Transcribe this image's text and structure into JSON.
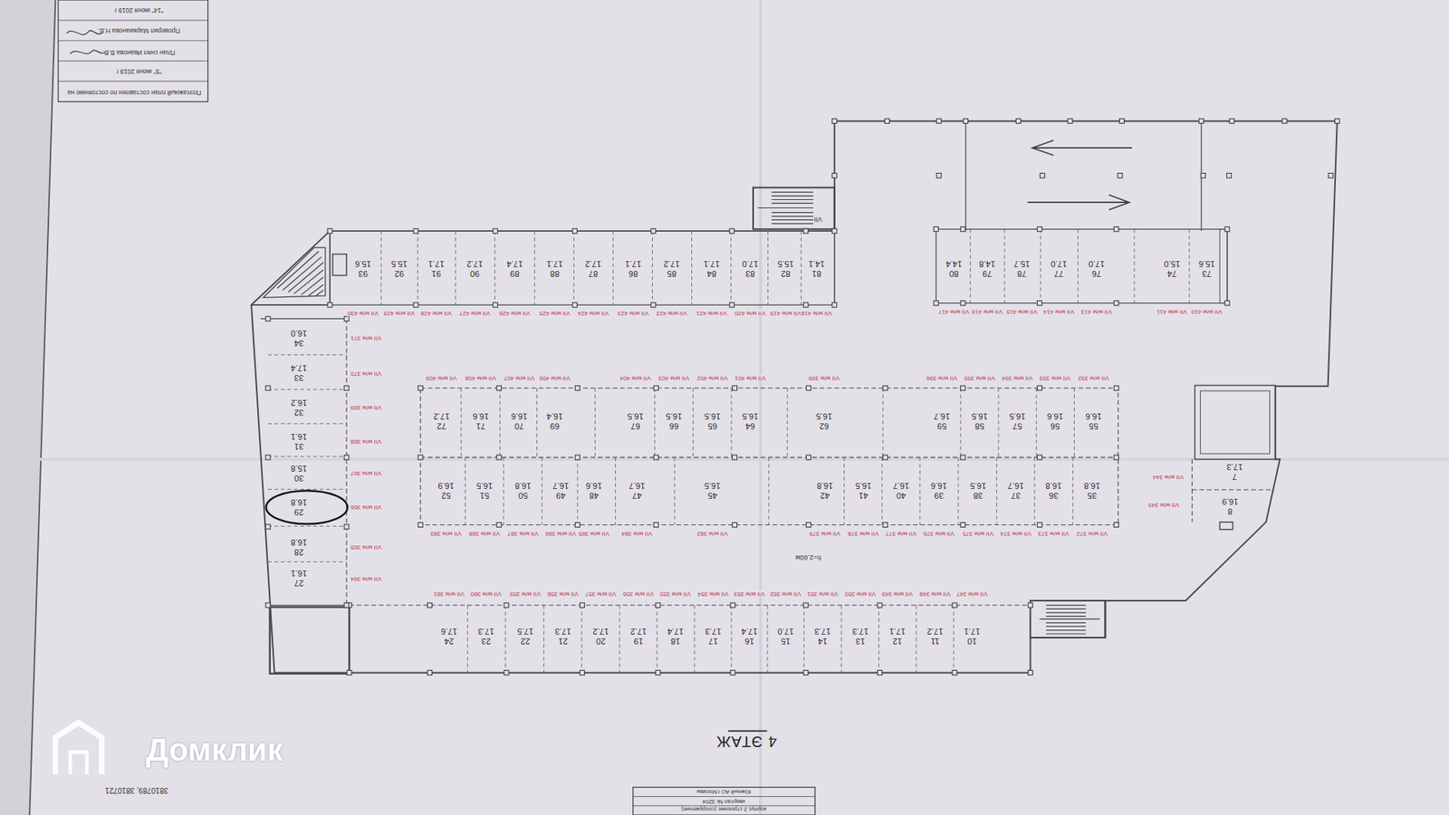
{
  "diagram": {
    "title": "4 ЭТАЖ",
    "nodes": [
      {
        "text": [
          "93",
          "15.6"
        ]
      },
      {
        "text": [
          "92",
          "15.5"
        ]
      },
      {
        "text": [
          "91",
          "17.1"
        ]
      },
      {
        "text": [
          "90",
          "17.2"
        ]
      },
      {
        "text": [
          "89",
          "17.4"
        ]
      },
      {
        "text": [
          "88",
          "17.1"
        ]
      },
      {
        "text": [
          "87",
          "17.2"
        ]
      },
      {
        "text": [
          "86",
          "17.1"
        ]
      },
      {
        "text": [
          "85",
          "17.2"
        ]
      },
      {
        "text": [
          "84",
          "17.1"
        ]
      },
      {
        "text": [
          "83",
          "17.0"
        ]
      },
      {
        "text": [
          "82",
          "15.5"
        ]
      },
      {
        "text": [
          "81",
          "14.1"
        ]
      },
      {
        "text": [
          "80",
          "14.4"
        ]
      },
      {
        "text": [
          "79",
          "14.8"
        ]
      },
      {
        "text": [
          "78",
          "15.7"
        ]
      },
      {
        "text": [
          "77",
          "17.0"
        ]
      },
      {
        "text": [
          "76",
          "17.0"
        ]
      },
      {
        "text": [
          "74",
          "15.0"
        ]
      },
      {
        "text": [
          "73",
          "15.6"
        ]
      },
      {
        "text": [
          "34",
          "16.0"
        ]
      },
      {
        "text": [
          "33",
          "17.4"
        ]
      },
      {
        "text": [
          "32",
          "16.2"
        ]
      },
      {
        "text": [
          "31",
          "16.1"
        ]
      },
      {
        "text": [
          "30",
          "15.8"
        ]
      },
      {
        "text": [
          "29",
          "16.8"
        ]
      },
      {
        "text": [
          "28",
          "16.8"
        ]
      },
      {
        "text": [
          "27",
          "16.1"
        ]
      },
      {
        "text": [
          "72",
          "17.2"
        ]
      },
      {
        "text": [
          "71",
          "16.6"
        ]
      },
      {
        "text": [
          "70",
          "16.6"
        ]
      },
      {
        "text": [
          "69",
          "16.4"
        ]
      },
      {
        "text": [
          "67",
          "16.5"
        ]
      },
      {
        "text": [
          "66",
          "16.5"
        ]
      },
      {
        "text": [
          "65",
          "16.5"
        ]
      },
      {
        "text": [
          "64",
          "16.5"
        ]
      },
      {
        "text": [
          "62",
          "16.5"
        ]
      },
      {
        "text": [
          "59",
          "16.7"
        ]
      },
      {
        "text": [
          "58",
          "16.5"
        ]
      },
      {
        "text": [
          "57",
          "16.5"
        ]
      },
      {
        "text": [
          "56",
          "16.6"
        ]
      },
      {
        "text": [
          "55",
          "16.6"
        ]
      },
      {
        "text": [
          "52",
          "16.9"
        ]
      },
      {
        "text": [
          "51",
          "16.5"
        ]
      },
      {
        "text": [
          "50",
          "16.8"
        ]
      },
      {
        "text": [
          "49",
          "16.7"
        ]
      },
      {
        "text": [
          "48",
          "16.6"
        ]
      },
      {
        "text": [
          "47",
          "16.7"
        ]
      },
      {
        "text": [
          "45",
          "16.5"
        ]
      },
      {
        "text": [
          "42",
          "16.8"
        ]
      },
      {
        "text": [
          "41",
          "16.5"
        ]
      },
      {
        "text": [
          "40",
          "16.7"
        ]
      },
      {
        "text": [
          "39",
          "16.6"
        ]
      },
      {
        "text": [
          "38",
          "16.5"
        ]
      },
      {
        "text": [
          "37",
          "16.7"
        ]
      },
      {
        "text": [
          "36",
          "16.8"
        ]
      },
      {
        "text": [
          "35",
          "16.8"
        ]
      },
      {
        "text": [
          "7",
          "17.3"
        ]
      },
      {
        "text": [
          "8",
          "16.9"
        ]
      },
      {
        "text": [
          "24",
          "17.6"
        ]
      },
      {
        "text": [
          "23",
          "17.3"
        ]
      },
      {
        "text": [
          "22",
          "17.5"
        ]
      },
      {
        "text": [
          "21",
          "17.3"
        ]
      },
      {
        "text": [
          "20",
          "17.2"
        ]
      },
      {
        "text": [
          "19",
          "17.2"
        ]
      },
      {
        "text": [
          "18",
          "17.4"
        ]
      },
      {
        "text": [
          "17",
          "17.3"
        ]
      },
      {
        "text": [
          "16",
          "17.4"
        ]
      },
      {
        "text": [
          "15",
          "17.0"
        ]
      },
      {
        "text": [
          "14",
          "17.3"
        ]
      },
      {
        "text": [
          "13",
          "17.3"
        ]
      },
      {
        "text": [
          "12",
          "17.1"
        ]
      },
      {
        "text": [
          "11",
          "17.2"
        ]
      },
      {
        "text": [
          "10",
          "17.1"
        ]
      }
    ],
    "labels": [
      "Поэтажный план составлен по состоянию на",
      "\"5\" июня 2019 г",
      "План снял Иванова В.В.",
      "Проверил Маркианова Н.В.",
      "\"14\" июня 2019 г",
      "VII",
      "VII м/м 430",
      "VII м/м 429",
      "VII м/м 428",
      "VII м/м 427",
      "VII м/м 426",
      "VII м/м 425",
      "VII м/м 424",
      "VII м/м 423",
      "VII м/м 422",
      "VII м/м 421",
      "VII м/м 420",
      "VII м/м 419",
      "VII м/м 418",
      "VII м/м 417",
      "VII м/м 416",
      "VII м/м 415",
      "VII м/м 414",
      "VII м/м 413",
      "VII м/м 411",
      "VII м/м 410",
      "VII м/м 371",
      "VII м/м 370",
      "VII м/м 369",
      "VII м/м 368",
      "VII м/м 367",
      "VII м/м 366",
      "VII м/м 365",
      "VII м/м 364",
      "VII м/м 409",
      "VII м/м 408",
      "VII м/м 407",
      "VII м/м 406",
      "VII м/м 404",
      "VII м/м 403",
      "VII м/м 402",
      "VII м/м 401",
      "VII м/м 399",
      "VII м/м 396",
      "VII м/м 395",
      "VII м/м 394",
      "VII м/м 393",
      "VII м/м 392",
      "VII м/м 389",
      "VII м/м 388",
      "VII м/м 387",
      "VII м/м 386",
      "VII м/м 385",
      "VII м/м 384",
      "VII м/м 382",
      "VII м/м 379",
      "VII м/м 378",
      "VII м/м 377",
      "VII м/м 376",
      "VII м/м 375",
      "VII м/м 374",
      "VII м/м 373",
      "VII м/м 372",
      "VII м/м 344",
      "VII м/м 345",
      "VII м/м 361",
      "VII м/м 360",
      "VII м/м 359",
      "VII м/м 358",
      "VII м/м 357",
      "VII м/м 356",
      "VII м/м 355",
      "VII м/м 354",
      "VII м/м 353",
      "VII м/м 352",
      "VII м/м 351",
      "VII м/м 350",
      "VII м/м 349",
      "VII м/м 348",
      "VII м/м 347",
      "h=2.60м",
      "корпус 2 строение (сооружение)",
      "квартал № 3204",
      "Южный АО г.Москвы",
      "3810789, 3810721",
      "Домклик"
    ]
  }
}
